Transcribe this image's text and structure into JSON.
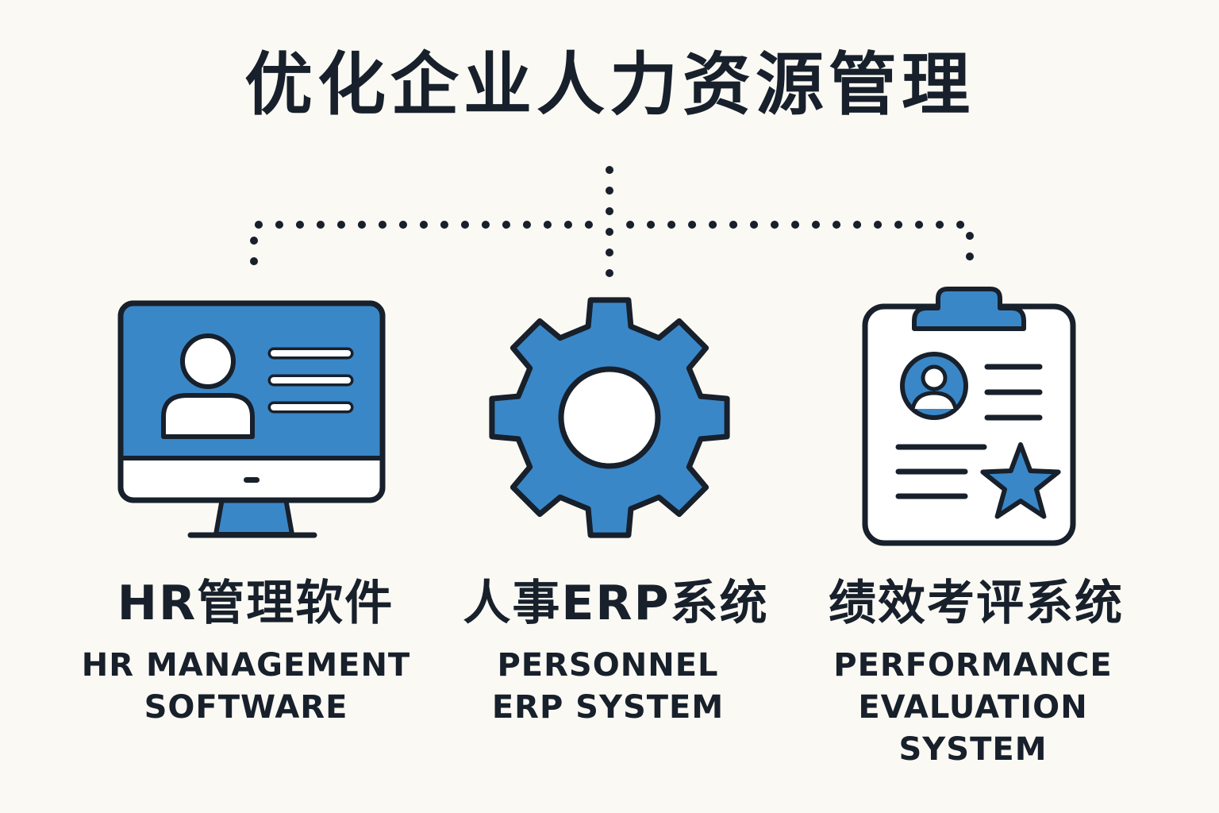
{
  "title": "优化企业人力资源管理",
  "colors": {
    "background": "#fbf9f3",
    "ink": "#17202b",
    "accent": "#3a87c8"
  },
  "nodes": [
    {
      "icon": "computer-monitor-profile-icon",
      "label_zh": "HR管理软件",
      "label_en": [
        "HR MANAGEMENT",
        "SOFTWARE"
      ]
    },
    {
      "icon": "gear-icon",
      "label_zh": "人事ERP系统",
      "label_en": [
        "PERSONNEL",
        "ERP SYSTEM"
      ]
    },
    {
      "icon": "clipboard-star-icon",
      "label_zh": "绩效考评系统",
      "label_en": [
        "PERFORMANCE",
        "EVALUATION",
        "SYSTEM"
      ]
    }
  ]
}
